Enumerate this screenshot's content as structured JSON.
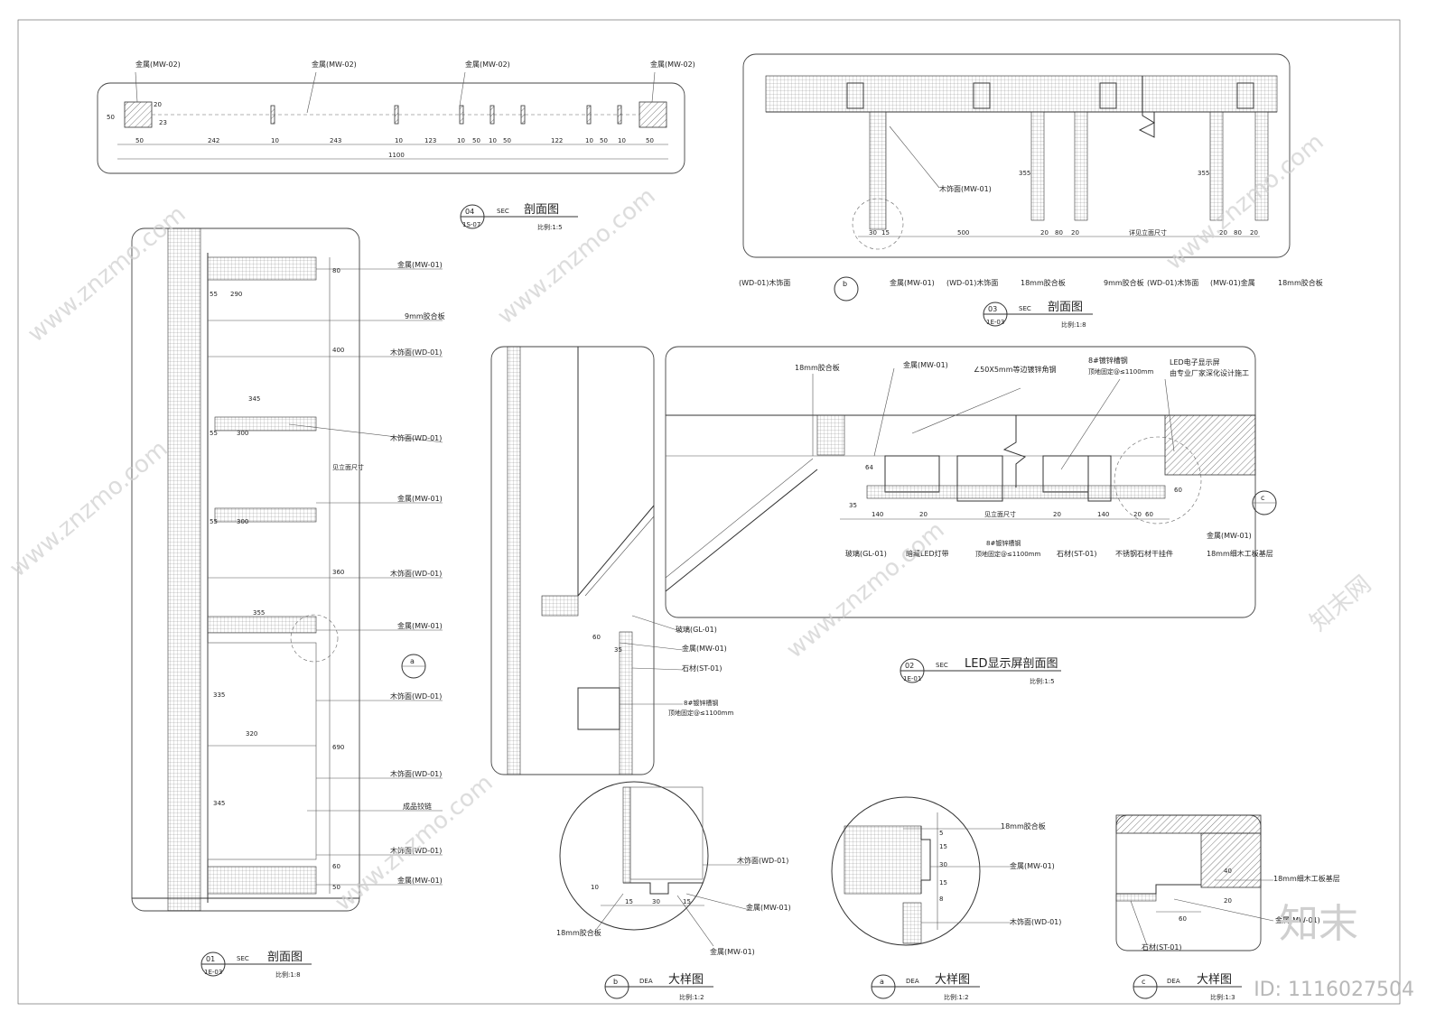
{
  "watermark": {
    "site": "www.znzmo.com",
    "brand": "知末网",
    "logo": "知末",
    "id_label": "ID: 1116027504"
  },
  "drawing_04": {
    "number": "04",
    "code": "SEC",
    "ref": "1S-07",
    "name": "剖面图",
    "scale": "比例:1:5",
    "labels": [
      "金属(MW-02)",
      "金属(MW-02)",
      "金属(MW-02)",
      "金属(MW-02)"
    ],
    "dims": [
      "50",
      "242",
      "10",
      "243",
      "10",
      "123",
      "10",
      "50",
      "10",
      "50",
      "122",
      "10",
      "50",
      "10",
      "50",
      "1100",
      "50",
      "20",
      "23"
    ]
  },
  "drawing_03": {
    "number": "03",
    "code": "SEC",
    "ref": "1E-03",
    "name": "剖面图",
    "scale": "比例:1:8",
    "bubble": "b",
    "labels": [
      "木饰面(MW-01)",
      "(WD-01)木饰面",
      "金属(MW-01)",
      "(WD-01)木饰面",
      "18mm胶合板",
      "9mm胶合板",
      "(WD-01)木饰面",
      "(MW-01)金属",
      "18mm胶合板"
    ],
    "dims": [
      "30",
      "15",
      "500",
      "20",
      "80",
      "20",
      "详见立面尺寸",
      "20",
      "80",
      "20",
      "355",
      "355"
    ]
  },
  "drawing_01": {
    "number": "01",
    "code": "SEC",
    "ref": "1E-03",
    "name": "剖面图",
    "scale": "比例:1:8",
    "bubble": "a",
    "labels": [
      "金属(MW-01)",
      "9mm胶合板",
      "木饰面(WD-01)",
      "木饰面(WD-01)",
      "金属(MW-01)",
      "木饰面(WD-01)",
      "金属(MW-01)",
      "木饰面(WD-01)",
      "木饰面(WD-01)",
      "成品铰链",
      "木饰面(WD-01)",
      "金属(MW-01)"
    ],
    "dims": [
      "290",
      "55",
      "345",
      "300",
      "55",
      "300",
      "55",
      "355",
      "320",
      "400",
      "360",
      "335",
      "690",
      "345",
      "见立面尺寸",
      "80",
      "60",
      "50"
    ]
  },
  "drawing_02": {
    "number": "02",
    "code": "SEC",
    "ref": "1E-01",
    "name": "LED显示屏剖面图",
    "scale": "比例:1:5",
    "bubble": "c",
    "labels": [
      "18mm胶合板",
      "金属(MW-01)",
      "∠50X5mm等边镀锌角钢",
      "8#镀锌槽钢",
      "顶地固定@≤1100mm",
      "LED电子显示屏",
      "由专业厂家深化设计施工",
      "玻璃(GL-01)",
      "暗藏LED灯带",
      "8#镀锌槽钢",
      "顶地固定@≤1100mm",
      "石材(ST-01)",
      "不锈钢石材干挂件",
      "金属(MW-01)",
      "18mm细木工板基层"
    ],
    "dims": [
      "64",
      "140",
      "20",
      "见立面尺寸",
      "20",
      "140",
      "20",
      "60",
      "60",
      "35"
    ]
  },
  "drawing_left": {
    "labels": [
      "玻璃(GL-01)",
      "金属(MW-01)",
      "石材(ST-01)",
      "8#镀锌槽钢",
      "顶地固定@≤1100mm"
    ],
    "dims": [
      "60",
      "35"
    ]
  },
  "detail_b": {
    "bubble": "b",
    "code": "DEA",
    "name": "大样图",
    "scale": "比例:1:2",
    "labels": [
      "木饰面(WD-01)",
      "金属(MW-01)",
      "18mm胶合板",
      "金属(MW-01)"
    ],
    "dims": [
      "10",
      "15",
      "30",
      "15"
    ]
  },
  "detail_a": {
    "bubble": "a",
    "code": "DEA",
    "name": "大样图",
    "scale": "比例:1:2",
    "labels": [
      "18mm胶合板",
      "金属(MW-01)",
      "木饰面(WD-01)"
    ],
    "dims": [
      "5",
      "15",
      "30",
      "15",
      "8"
    ]
  },
  "detail_c": {
    "bubble": "c",
    "code": "DEA",
    "name": "大样图",
    "scale": "比例:1:3",
    "labels": [
      "18mm细木工板基层",
      "金属(MW-01)",
      "石材(ST-01)"
    ],
    "dims": [
      "40",
      "20",
      "60"
    ]
  }
}
